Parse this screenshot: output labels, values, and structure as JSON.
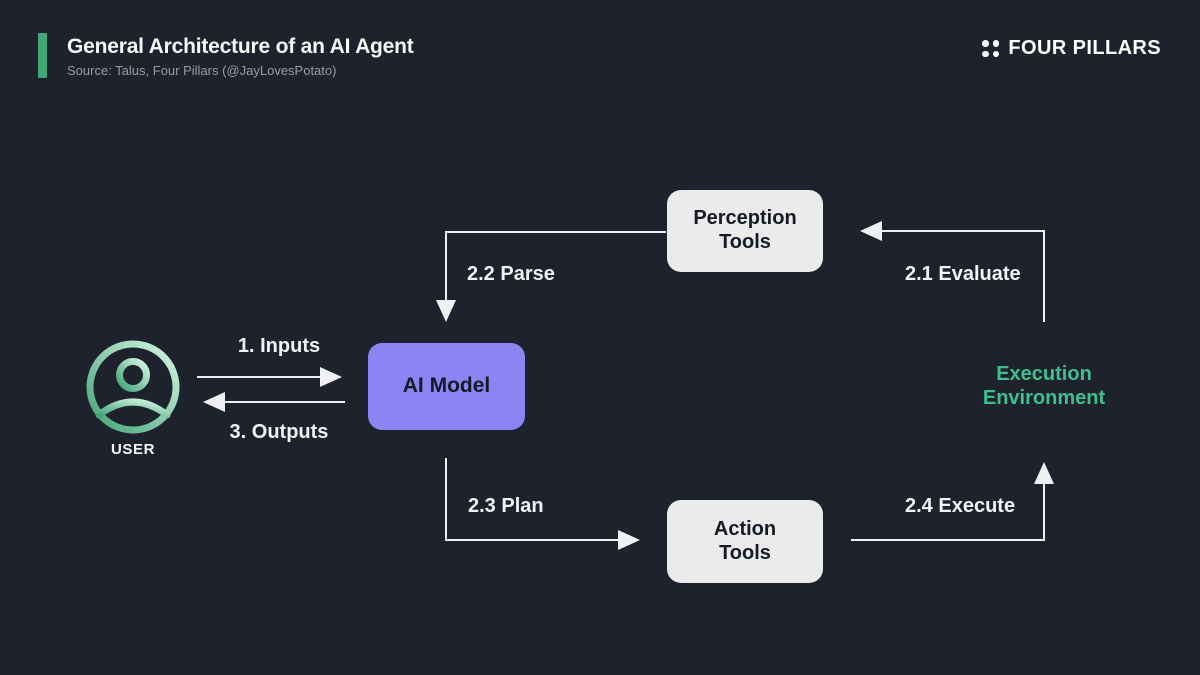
{
  "header": {
    "title": "General Architecture of an AI Agent",
    "source": "Source: Talus, Four Pillars (@JayLovesPotato)",
    "brand": "FOUR PILLARS"
  },
  "colors": {
    "background": "#1e222c",
    "accent_green": "#3fa778",
    "execution_green": "#3fbf8e",
    "ai_model_purple": "#8b85f3",
    "tool_box_gray": "#ebebeb",
    "arrow_white": "#eef0f3",
    "user_gradient_light": "#d6f5e4",
    "user_gradient_dark": "#41a376"
  },
  "diagram": {
    "nodes": {
      "user": "USER",
      "ai_model": "AI Model",
      "perception_tools": "Perception Tools",
      "action_tools": "Action Tools",
      "execution_environment": "Execution Environment"
    },
    "flows": {
      "inputs": "1. Inputs",
      "outputs": "3. Outputs",
      "evaluate": "2.1 Evaluate",
      "parse": "2.2 Parse",
      "plan": "2.3 Plan",
      "execute": "2.4 Execute"
    }
  }
}
